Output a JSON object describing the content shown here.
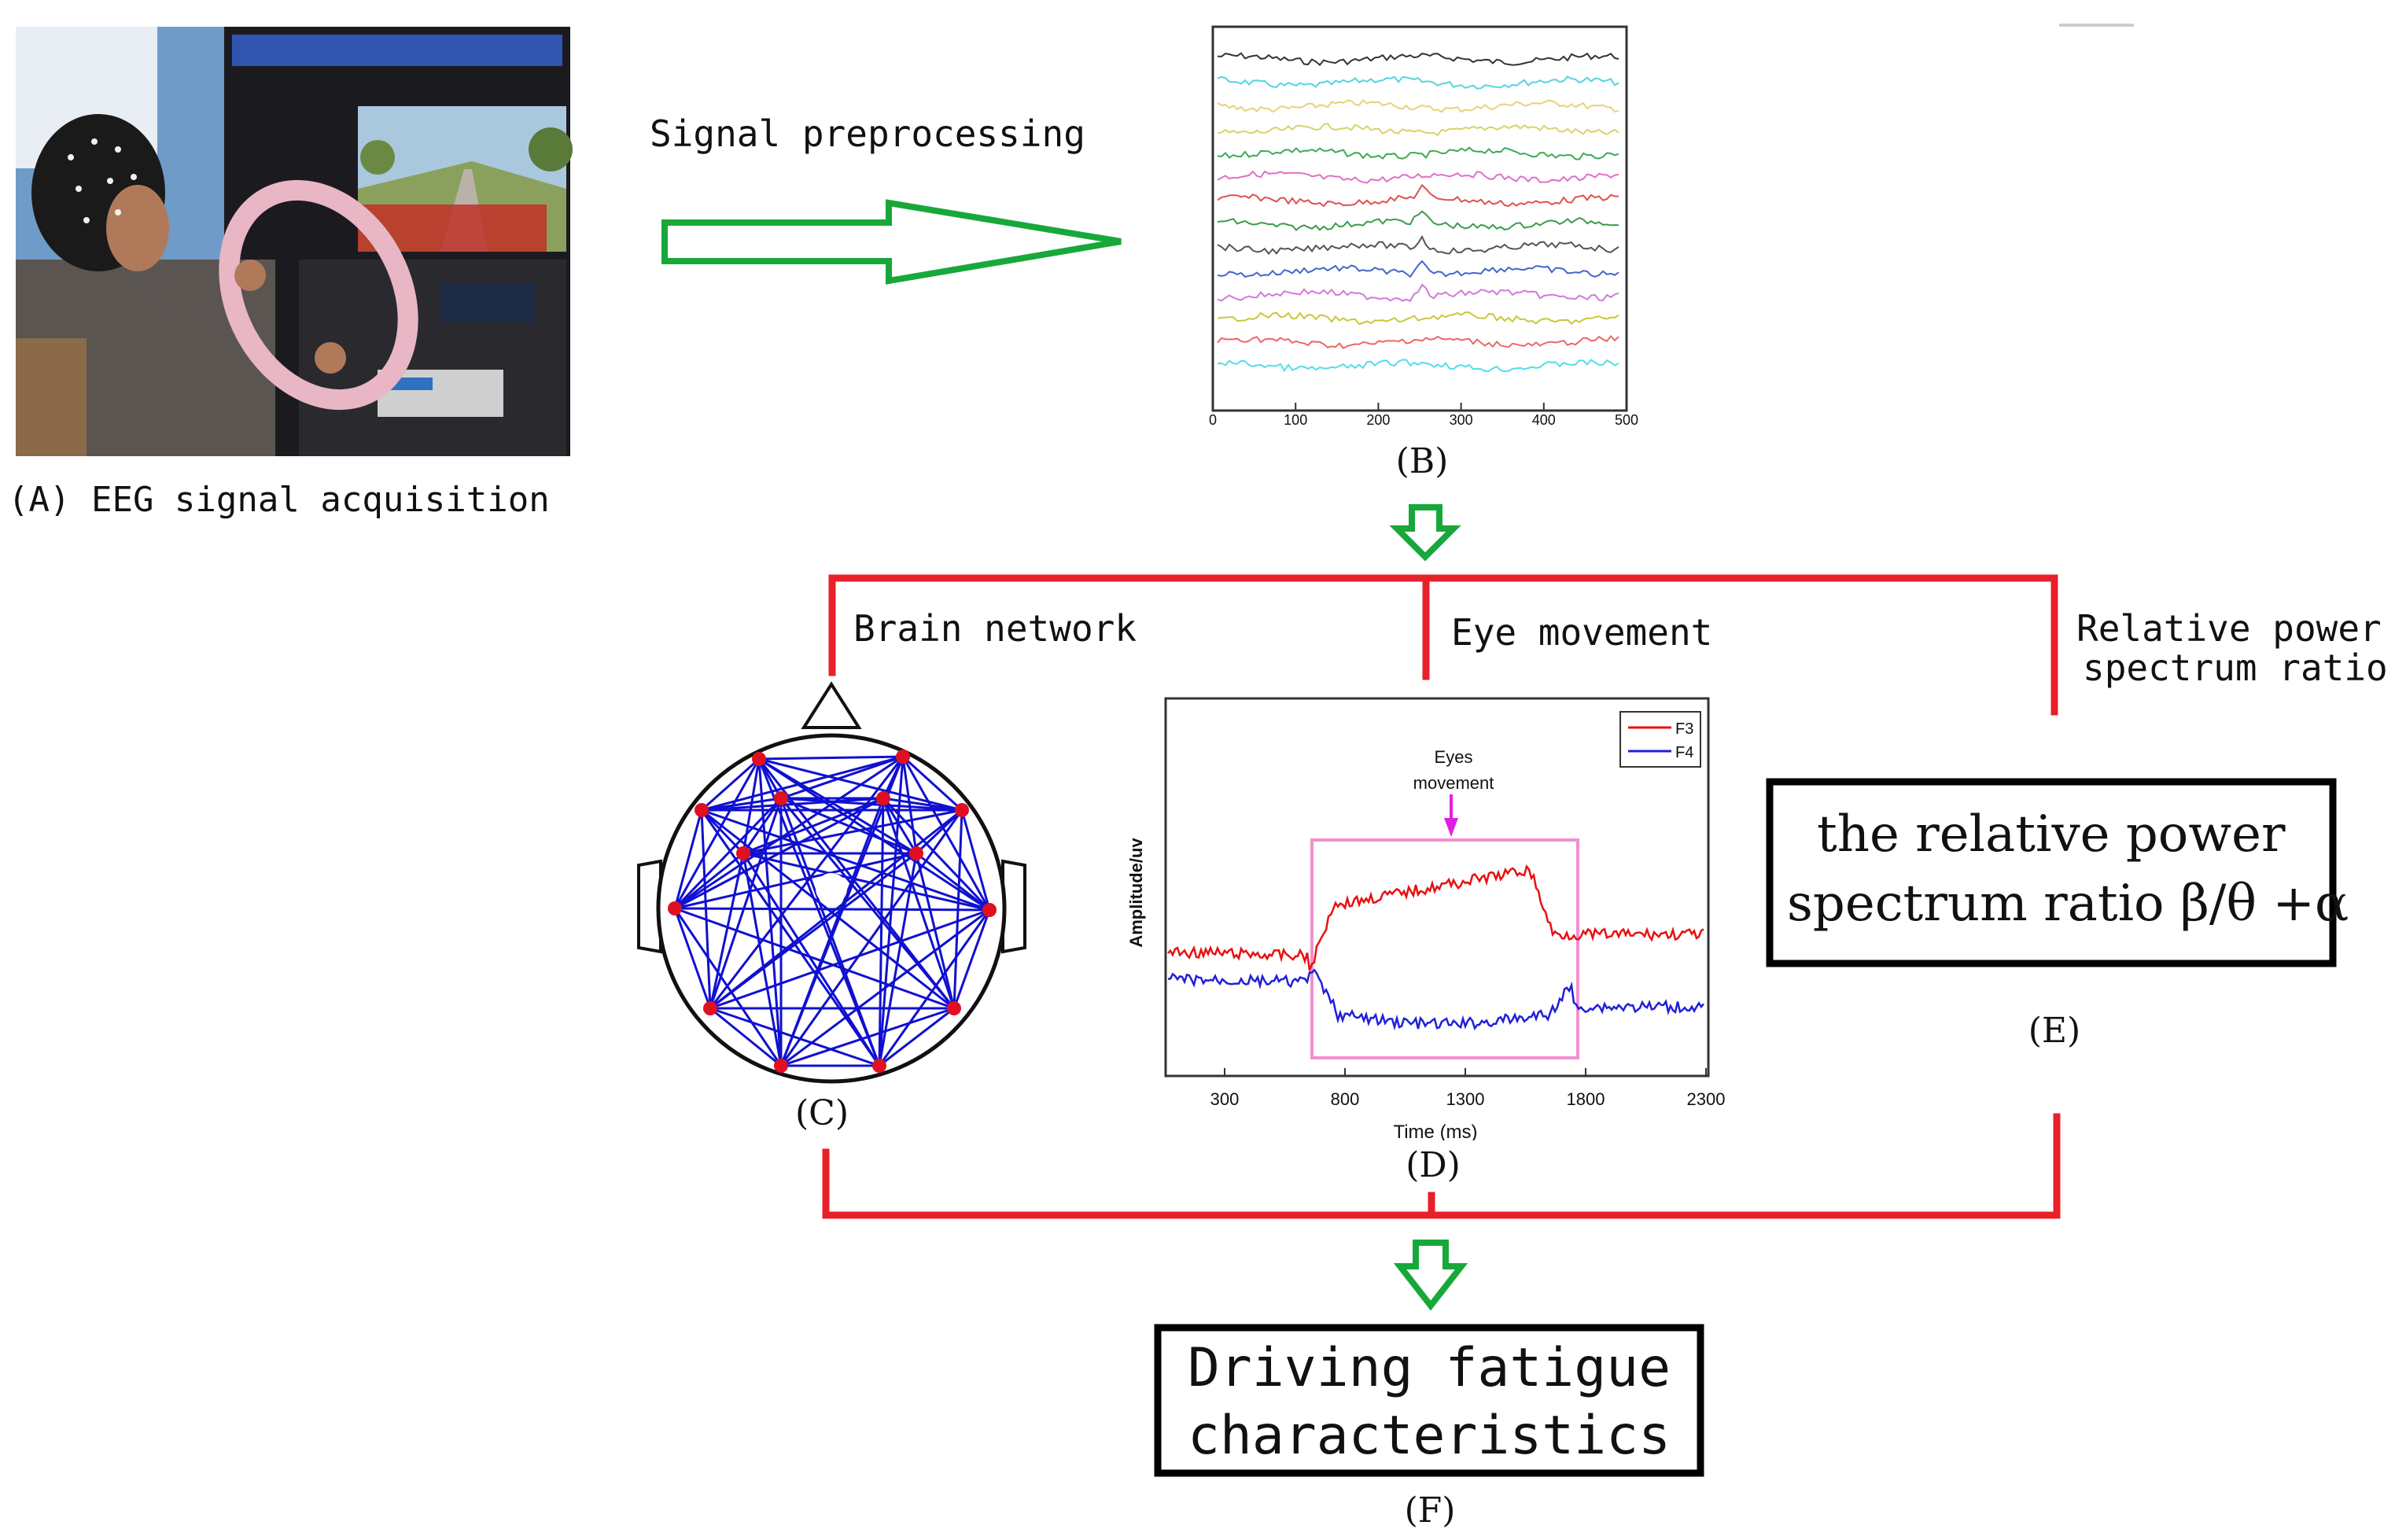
{
  "panels": {
    "a": {
      "caption": "(A) EEG signal acquisition",
      "photo_caption_hint": ""
    },
    "b": {
      "caption": "(B)",
      "x_ticks": [
        "0",
        "100",
        "200",
        "300",
        "400",
        "500"
      ],
      "trace_colors": [
        "#333333",
        "#55d4e0",
        "#e8d27a",
        "#d7d36a",
        "#3faa55",
        "#e070c8",
        "#e05050",
        "#3a9c4a",
        "#555555",
        "#4466cc",
        "#d27ad7",
        "#c8c83a",
        "#ee6666",
        "#55dde8"
      ]
    },
    "c": {
      "caption": "(C)",
      "node_color": "#e01020",
      "edge_color": "#1010d0"
    },
    "d": {
      "caption": "(D)",
      "annotation_line1": "Eyes",
      "annotation_line2": "movement",
      "ylabel": "Amplitude/uv",
      "xlabel": "Time (ms)",
      "x_ticks": [
        "300",
        "800",
        "1300",
        "1800",
        "2300"
      ],
      "legend": [
        {
          "label": "F3",
          "color": "#e81010"
        },
        {
          "label": "F4",
          "color": "#2020d8"
        }
      ],
      "highlight_color": "#f090d0",
      "arrow_color": "#e020e0"
    },
    "e": {
      "caption": "(E)",
      "box_line1": "the relative power",
      "box_line2": "spectrum ratio β/θ +α"
    },
    "f": {
      "caption": "(F)",
      "box_line1": "Driving fatigue",
      "box_line2": "characteristics"
    }
  },
  "labels": {
    "signal_preprocessing": "Signal preprocessing",
    "brain_network": "Brain network",
    "eye_movement": "Eye movement",
    "relative_power_line1": "Relative power",
    "relative_power_line2": "spectrum ratio"
  },
  "colors": {
    "green_arrow": "#18a83a",
    "red_connector": "#e8202a",
    "box_border": "#000000"
  }
}
